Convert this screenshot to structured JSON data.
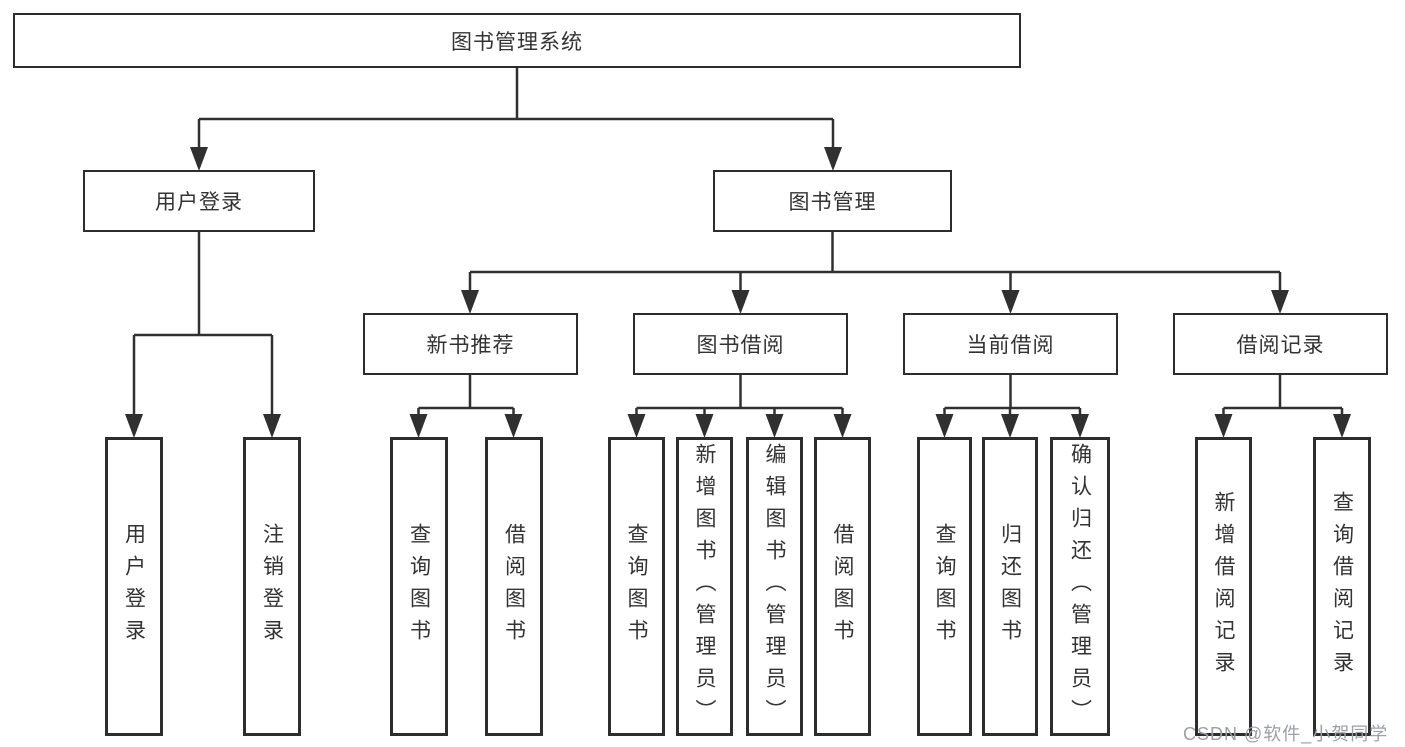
{
  "tree": {
    "label": "图书管理系统",
    "children": [
      {
        "label": "用户登录",
        "children": [
          {
            "label": "用户登录"
          },
          {
            "label": "注销登录"
          }
        ]
      },
      {
        "label": "图书管理",
        "children": [
          {
            "label": "新书推荐",
            "children": [
              {
                "label": "查询图书"
              },
              {
                "label": "借阅图书"
              }
            ]
          },
          {
            "label": "图书借阅",
            "children": [
              {
                "label": "查询图书"
              },
              {
                "label": "新增图书（管理员）"
              },
              {
                "label": "编辑图书（管理员）"
              },
              {
                "label": "借阅图书"
              }
            ]
          },
          {
            "label": "当前借阅",
            "children": [
              {
                "label": "查询图书"
              },
              {
                "label": "归还图书"
              },
              {
                "label": "确认归还（管理员）"
              }
            ]
          },
          {
            "label": "借阅记录",
            "children": [
              {
                "label": "新增借阅记录"
              },
              {
                "label": "查询借阅记录"
              }
            ]
          }
        ]
      }
    ]
  },
  "watermark": "CSDN @软件_小贺同学",
  "colors": {
    "line": "#303030",
    "box_border": "#2d2d2d",
    "text": "#333333",
    "watermark": "#9ba0a6",
    "background": "#ffffff"
  }
}
